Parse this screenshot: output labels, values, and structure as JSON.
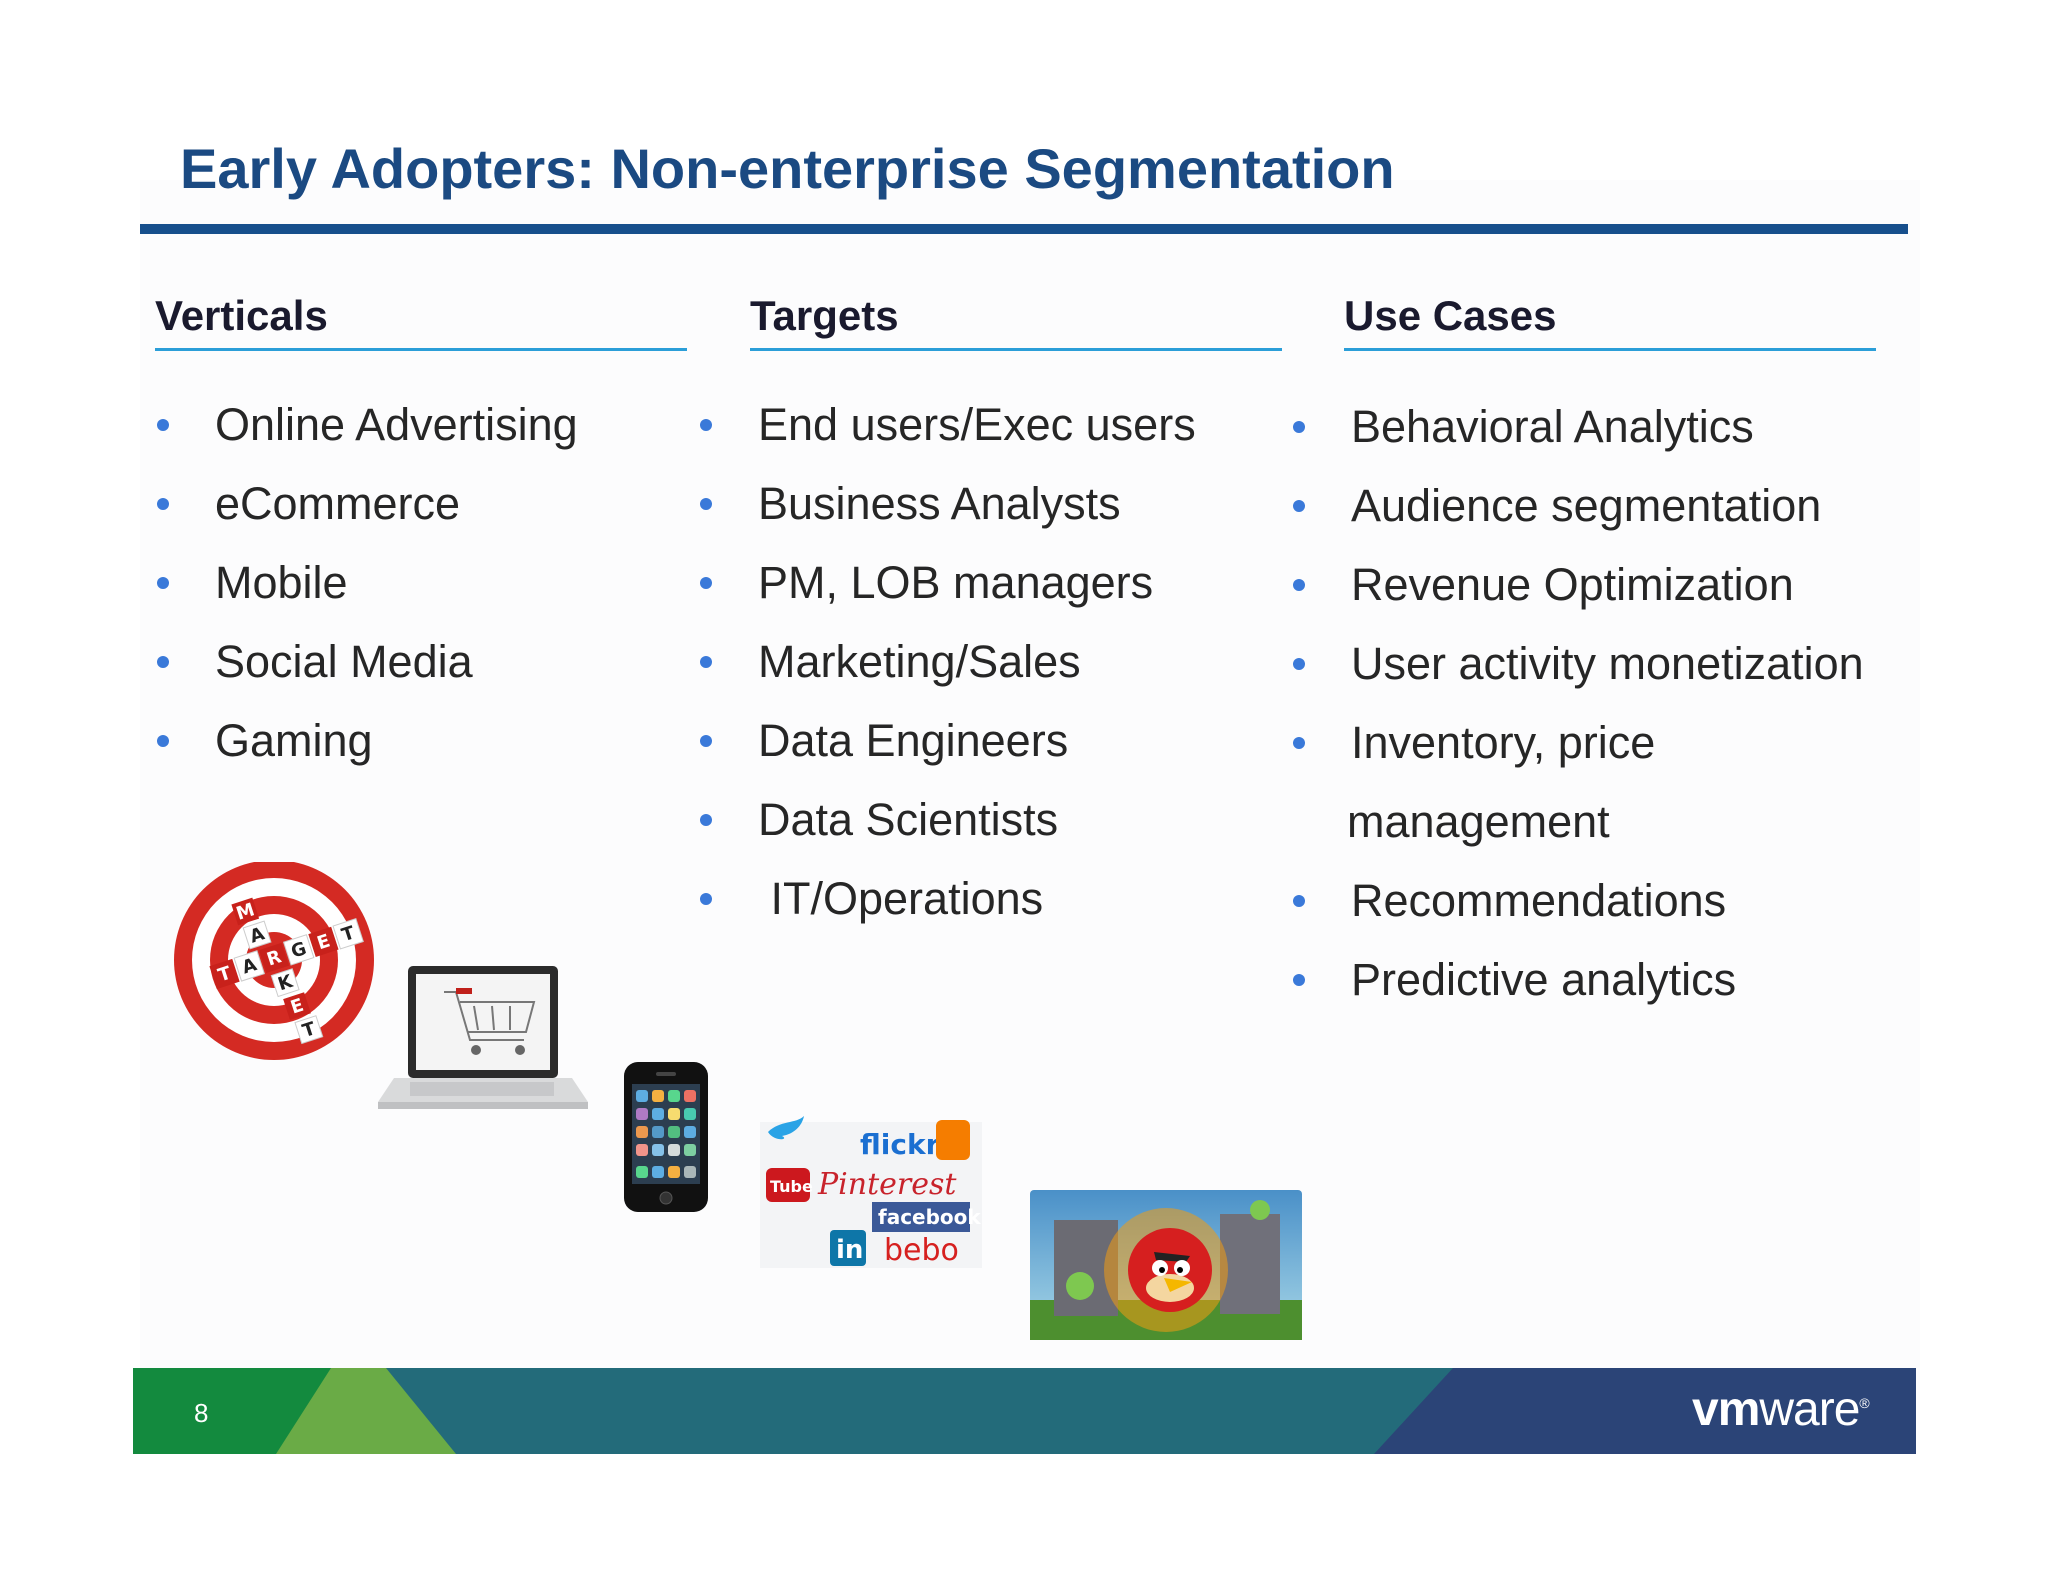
{
  "title": "Early Adopters: Non-enterprise Segmentation",
  "columns": [
    {
      "heading": "Verticals",
      "items": [
        "Online Advertising",
        "eCommerce",
        "Mobile",
        "Social Media",
        "Gaming"
      ]
    },
    {
      "heading": "Targets",
      "items": [
        "End users/Exec users",
        "Business Analysts",
        "PM, LOB managers",
        "Marketing/Sales",
        "Data Engineers",
        "Data Scientists",
        " IT/Operations"
      ]
    },
    {
      "heading": "Use Cases",
      "items": [
        "Behavioral Analytics",
        "Audience segmentation",
        "Revenue Optimization",
        "User activity monetization",
        "Inventory, price",
        "management",
        "Recommendations",
        "Predictive analytics"
      ]
    }
  ],
  "images": {
    "target": {
      "letters_across": "TARGET",
      "letters_down": "MARKET"
    },
    "social": {
      "logos": [
        "flickr",
        "Pinterest",
        "YouTube",
        "facebook",
        "in",
        "bebo",
        "twitter"
      ]
    }
  },
  "footer": {
    "page_number": "8",
    "logo_text_bold": "vm",
    "logo_text_rest": "ware",
    "logo_mark": "®"
  },
  "colors": {
    "title": "#1b4a82",
    "title_rule": "#174f8c",
    "column_rule": "#2b9ed8",
    "bullet": "#3a79d9",
    "footer_green": "#138a3e",
    "footer_light_green": "#6aab46",
    "footer_teal": "#236b7a",
    "footer_navy": "#2b4477"
  },
  "icons": [
    "target-market-picture",
    "shopping-cart-laptop-picture",
    "smartphone-picture",
    "social-media-logos-picture",
    "angry-birds-picture",
    "vmware-logo"
  ]
}
